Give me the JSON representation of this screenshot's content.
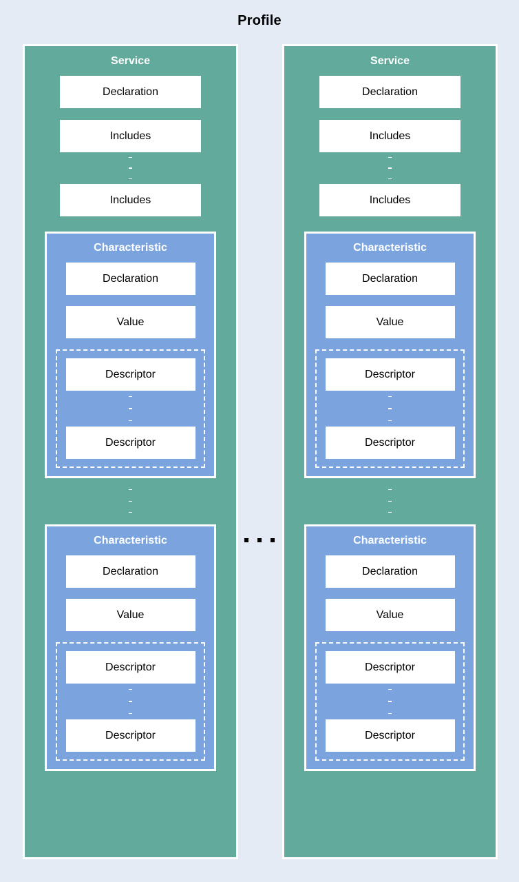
{
  "diagram": {
    "title": "Profile",
    "background_color": "#e5ebf4",
    "service_color": "#62aa9b",
    "characteristic_color": "#7ba3dd",
    "box_color": "#ffffff",
    "label_color": "#ffffff",
    "text_color": "#000000",
    "column_separator": "horizontal-ellipsis",
    "services": [
      {
        "label": "Service",
        "declaration": "Declaration",
        "includes_first": "Includes",
        "includes_ellipsis": "vertical-ellipsis",
        "includes_last": "Includes",
        "characteristic_ellipsis": "vertical-ellipsis",
        "characteristics": [
          {
            "label": "Characteristic",
            "declaration": "Declaration",
            "value": "Value",
            "descriptors": {
              "first": "Descriptor",
              "ellipsis": "vertical-ellipsis",
              "last": "Descriptor"
            }
          },
          {
            "label": "Characteristic",
            "declaration": "Declaration",
            "value": "Value",
            "descriptors": {
              "first": "Descriptor",
              "ellipsis": "vertical-ellipsis",
              "last": "Descriptor"
            }
          }
        ]
      },
      {
        "label": "Service",
        "declaration": "Declaration",
        "includes_first": "Includes",
        "includes_ellipsis": "vertical-ellipsis",
        "includes_last": "Includes",
        "characteristic_ellipsis": "vertical-ellipsis",
        "characteristics": [
          {
            "label": "Characteristic",
            "declaration": "Declaration",
            "value": "Value",
            "descriptors": {
              "first": "Descriptor",
              "ellipsis": "vertical-ellipsis",
              "last": "Descriptor"
            }
          },
          {
            "label": "Characteristic",
            "declaration": "Declaration",
            "value": "Value",
            "descriptors": {
              "first": "Descriptor",
              "ellipsis": "vertical-ellipsis",
              "last": "Descriptor"
            }
          }
        ]
      }
    ]
  }
}
